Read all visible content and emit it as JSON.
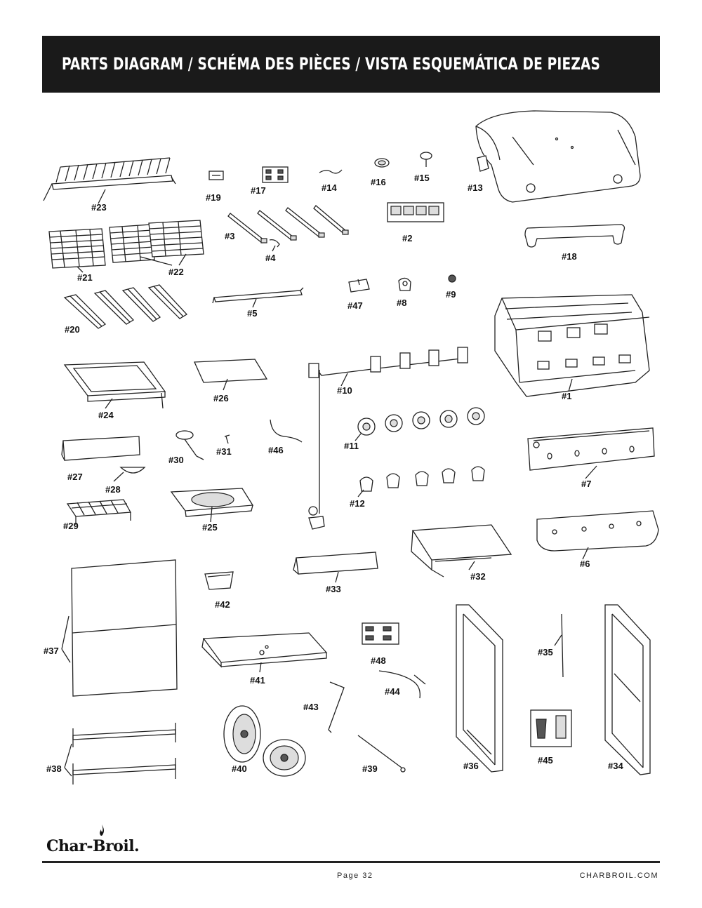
{
  "header": {
    "title": "PARTS DIAGRAM / SCHÉMA DES PIÈCES / VISTA ESQUEMÁTICA DE PIEZAS"
  },
  "parts": {
    "p1": "#1",
    "p2": "#2",
    "p3": "#3",
    "p4": "#4",
    "p5": "#5",
    "p6": "#6",
    "p7": "#7",
    "p8": "#8",
    "p9": "#9",
    "p10": "#10",
    "p11": "#11",
    "p12": "#12",
    "p13": "#13",
    "p14": "#14",
    "p15": "#15",
    "p16": "#16",
    "p17": "#17",
    "p18": "#18",
    "p19": "#19",
    "p20": "#20",
    "p21": "#21",
    "p22": "#22",
    "p23": "#23",
    "p24": "#24",
    "p25": "#25",
    "p26": "#26",
    "p27": "#27",
    "p28": "#28",
    "p29": "#29",
    "p30": "#30",
    "p31": "#31",
    "p32": "#32",
    "p33": "#33",
    "p34": "#34",
    "p35": "#35",
    "p36": "#36",
    "p37": "#37",
    "p38": "#38",
    "p39": "#39",
    "p40": "#40",
    "p41": "#41",
    "p42": "#42",
    "p43": "#43",
    "p44": "#44",
    "p45": "#45",
    "p46": "#46",
    "p47": "#47",
    "p48": "#48"
  },
  "footer": {
    "brand": "Char-Broil.",
    "page": "Page 32",
    "website": "CHARBROIL.COM"
  }
}
